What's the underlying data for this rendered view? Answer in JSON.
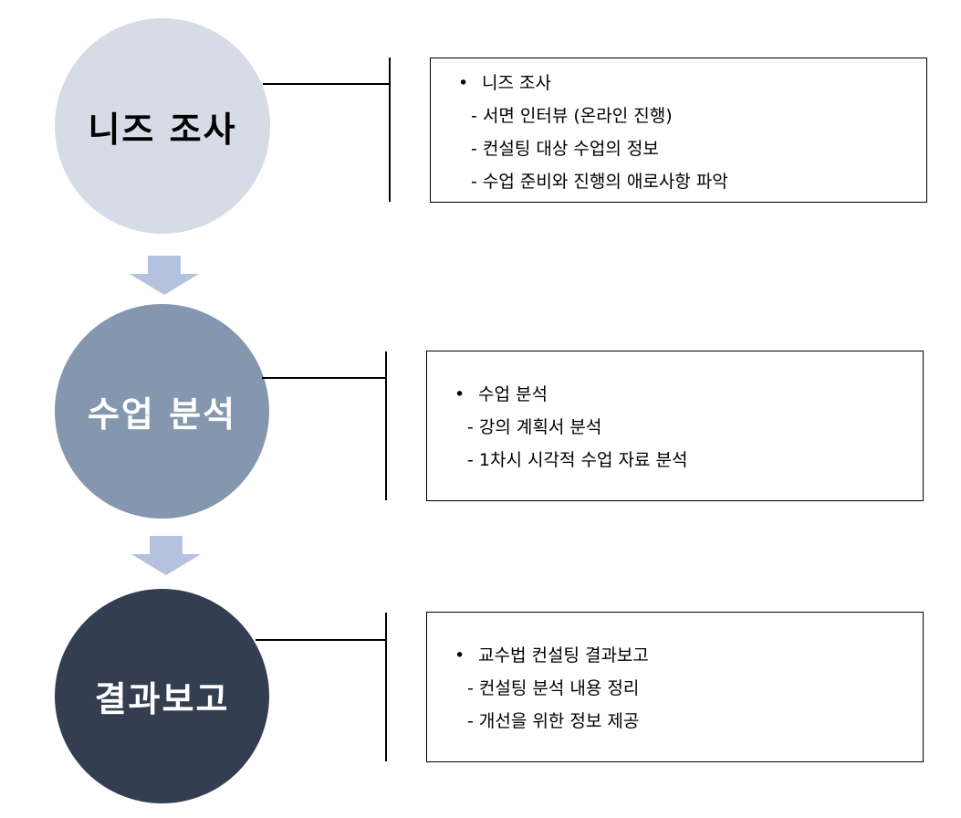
{
  "steps": [
    {
      "title": "니즈 조사",
      "heading": "니즈 조사",
      "items": [
        "- 서면 인터뷰 (온라인 진행)",
        "- 컨설팅 대상 수업의 정보",
        "- 수업 준비와 진행의 애로사항 파악"
      ]
    },
    {
      "title": "수업 분석",
      "heading": "수업 분석",
      "items": [
        "- 강의 계획서 분석",
        "- 1차시 시각적 수업 자료 분석"
      ]
    },
    {
      "title": "결과보고",
      "heading": "교수법 컨설팅 결과보고",
      "items": [
        "- 컨설팅 분석 내용 정리",
        "- 개선을 위한 정보 제공"
      ]
    }
  ],
  "bullet": "•",
  "colors": {
    "circle1": "#d6dce6",
    "circle2": "#8597ae",
    "circle3": "#333f50",
    "arrow": "#b4c2df"
  }
}
